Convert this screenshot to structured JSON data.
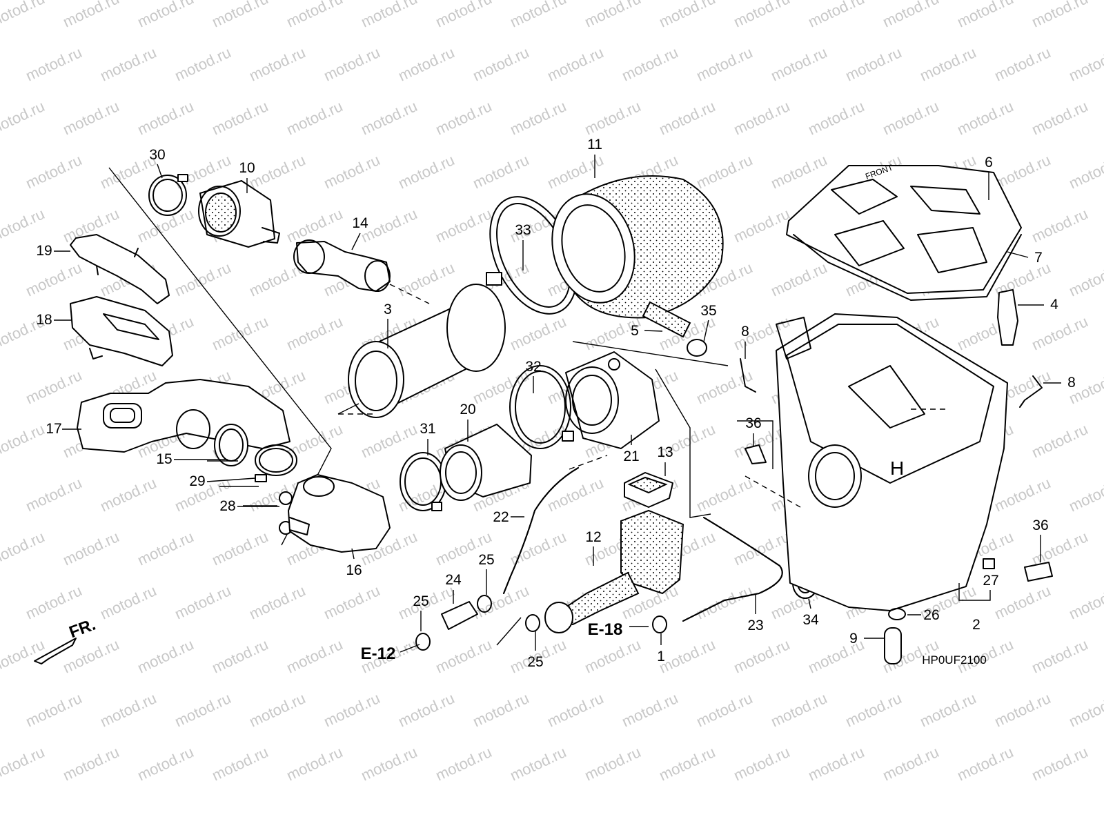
{
  "watermark": {
    "text": "motod.ru",
    "color": "#c8c8c8"
  },
  "diagram_code": "HP0UF2100",
  "direction": {
    "label": "FR.",
    "icon": "front-arrow-icon"
  },
  "references": [
    {
      "id": "e12",
      "label": "E-12"
    },
    {
      "id": "e18",
      "label": "E-18"
    }
  ],
  "callouts": [
    {
      "id": "p1",
      "label": "1"
    },
    {
      "id": "p2",
      "label": "2"
    },
    {
      "id": "p3",
      "label": "3"
    },
    {
      "id": "p4",
      "label": "4"
    },
    {
      "id": "p5",
      "label": "5"
    },
    {
      "id": "p6",
      "label": "6"
    },
    {
      "id": "p7",
      "label": "7"
    },
    {
      "id": "p8a",
      "label": "8"
    },
    {
      "id": "p8b",
      "label": "8"
    },
    {
      "id": "p9",
      "label": "9"
    },
    {
      "id": "p10",
      "label": "10"
    },
    {
      "id": "p11",
      "label": "11"
    },
    {
      "id": "p12",
      "label": "12"
    },
    {
      "id": "p13",
      "label": "13"
    },
    {
      "id": "p14",
      "label": "14"
    },
    {
      "id": "p15",
      "label": "15"
    },
    {
      "id": "p16",
      "label": "16"
    },
    {
      "id": "p17",
      "label": "17"
    },
    {
      "id": "p18",
      "label": "18"
    },
    {
      "id": "p19",
      "label": "19"
    },
    {
      "id": "p20",
      "label": "20"
    },
    {
      "id": "p21",
      "label": "21"
    },
    {
      "id": "p22",
      "label": "22"
    },
    {
      "id": "p23",
      "label": "23"
    },
    {
      "id": "p24",
      "label": "24"
    },
    {
      "id": "p25a",
      "label": "25"
    },
    {
      "id": "p25b",
      "label": "25"
    },
    {
      "id": "p25c",
      "label": "25"
    },
    {
      "id": "p26",
      "label": "26"
    },
    {
      "id": "p27",
      "label": "27"
    },
    {
      "id": "p28",
      "label": "28"
    },
    {
      "id": "p29",
      "label": "29"
    },
    {
      "id": "p30",
      "label": "30"
    },
    {
      "id": "p31",
      "label": "31"
    },
    {
      "id": "p32",
      "label": "32"
    },
    {
      "id": "p33",
      "label": "33"
    },
    {
      "id": "p34",
      "label": "34"
    },
    {
      "id": "p35",
      "label": "35"
    },
    {
      "id": "p36a",
      "label": "36"
    },
    {
      "id": "p36b",
      "label": "36"
    }
  ],
  "lid_text": "FRONT",
  "box_letter": "H"
}
